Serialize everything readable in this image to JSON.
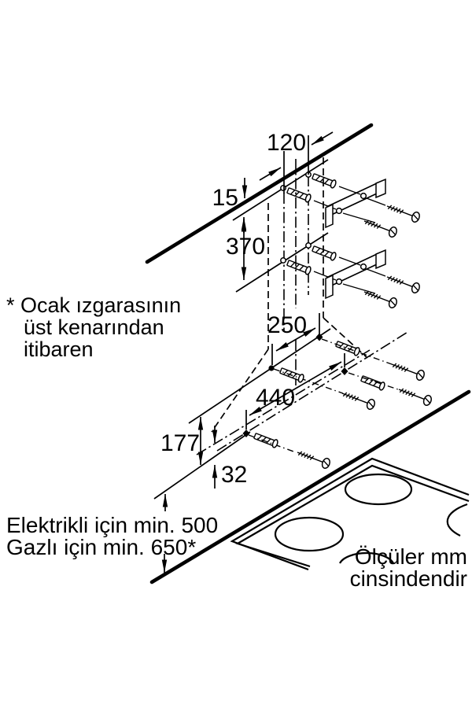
{
  "diagram": {
    "dims": {
      "top_hole_spacing": "120",
      "ceiling_offset": "15",
      "upper_bracket_drop": "370",
      "mid_hole_spacing": "250",
      "lower_hole_spacing": "440",
      "hood_lower_height": "177",
      "bottom_hole_offset": "32"
    },
    "notes": {
      "footnote": [
        "* Ocak ızgarasının",
        "üst kenarından",
        "itibaren"
      ],
      "clearance": [
        "Elektrikli için min. 500",
        "Gazlı için min. 650*"
      ],
      "units": [
        "Ölçüler mm",
        "cinsindendir"
      ]
    },
    "colors": {
      "line": "#000000",
      "background": "#ffffff"
    }
  }
}
